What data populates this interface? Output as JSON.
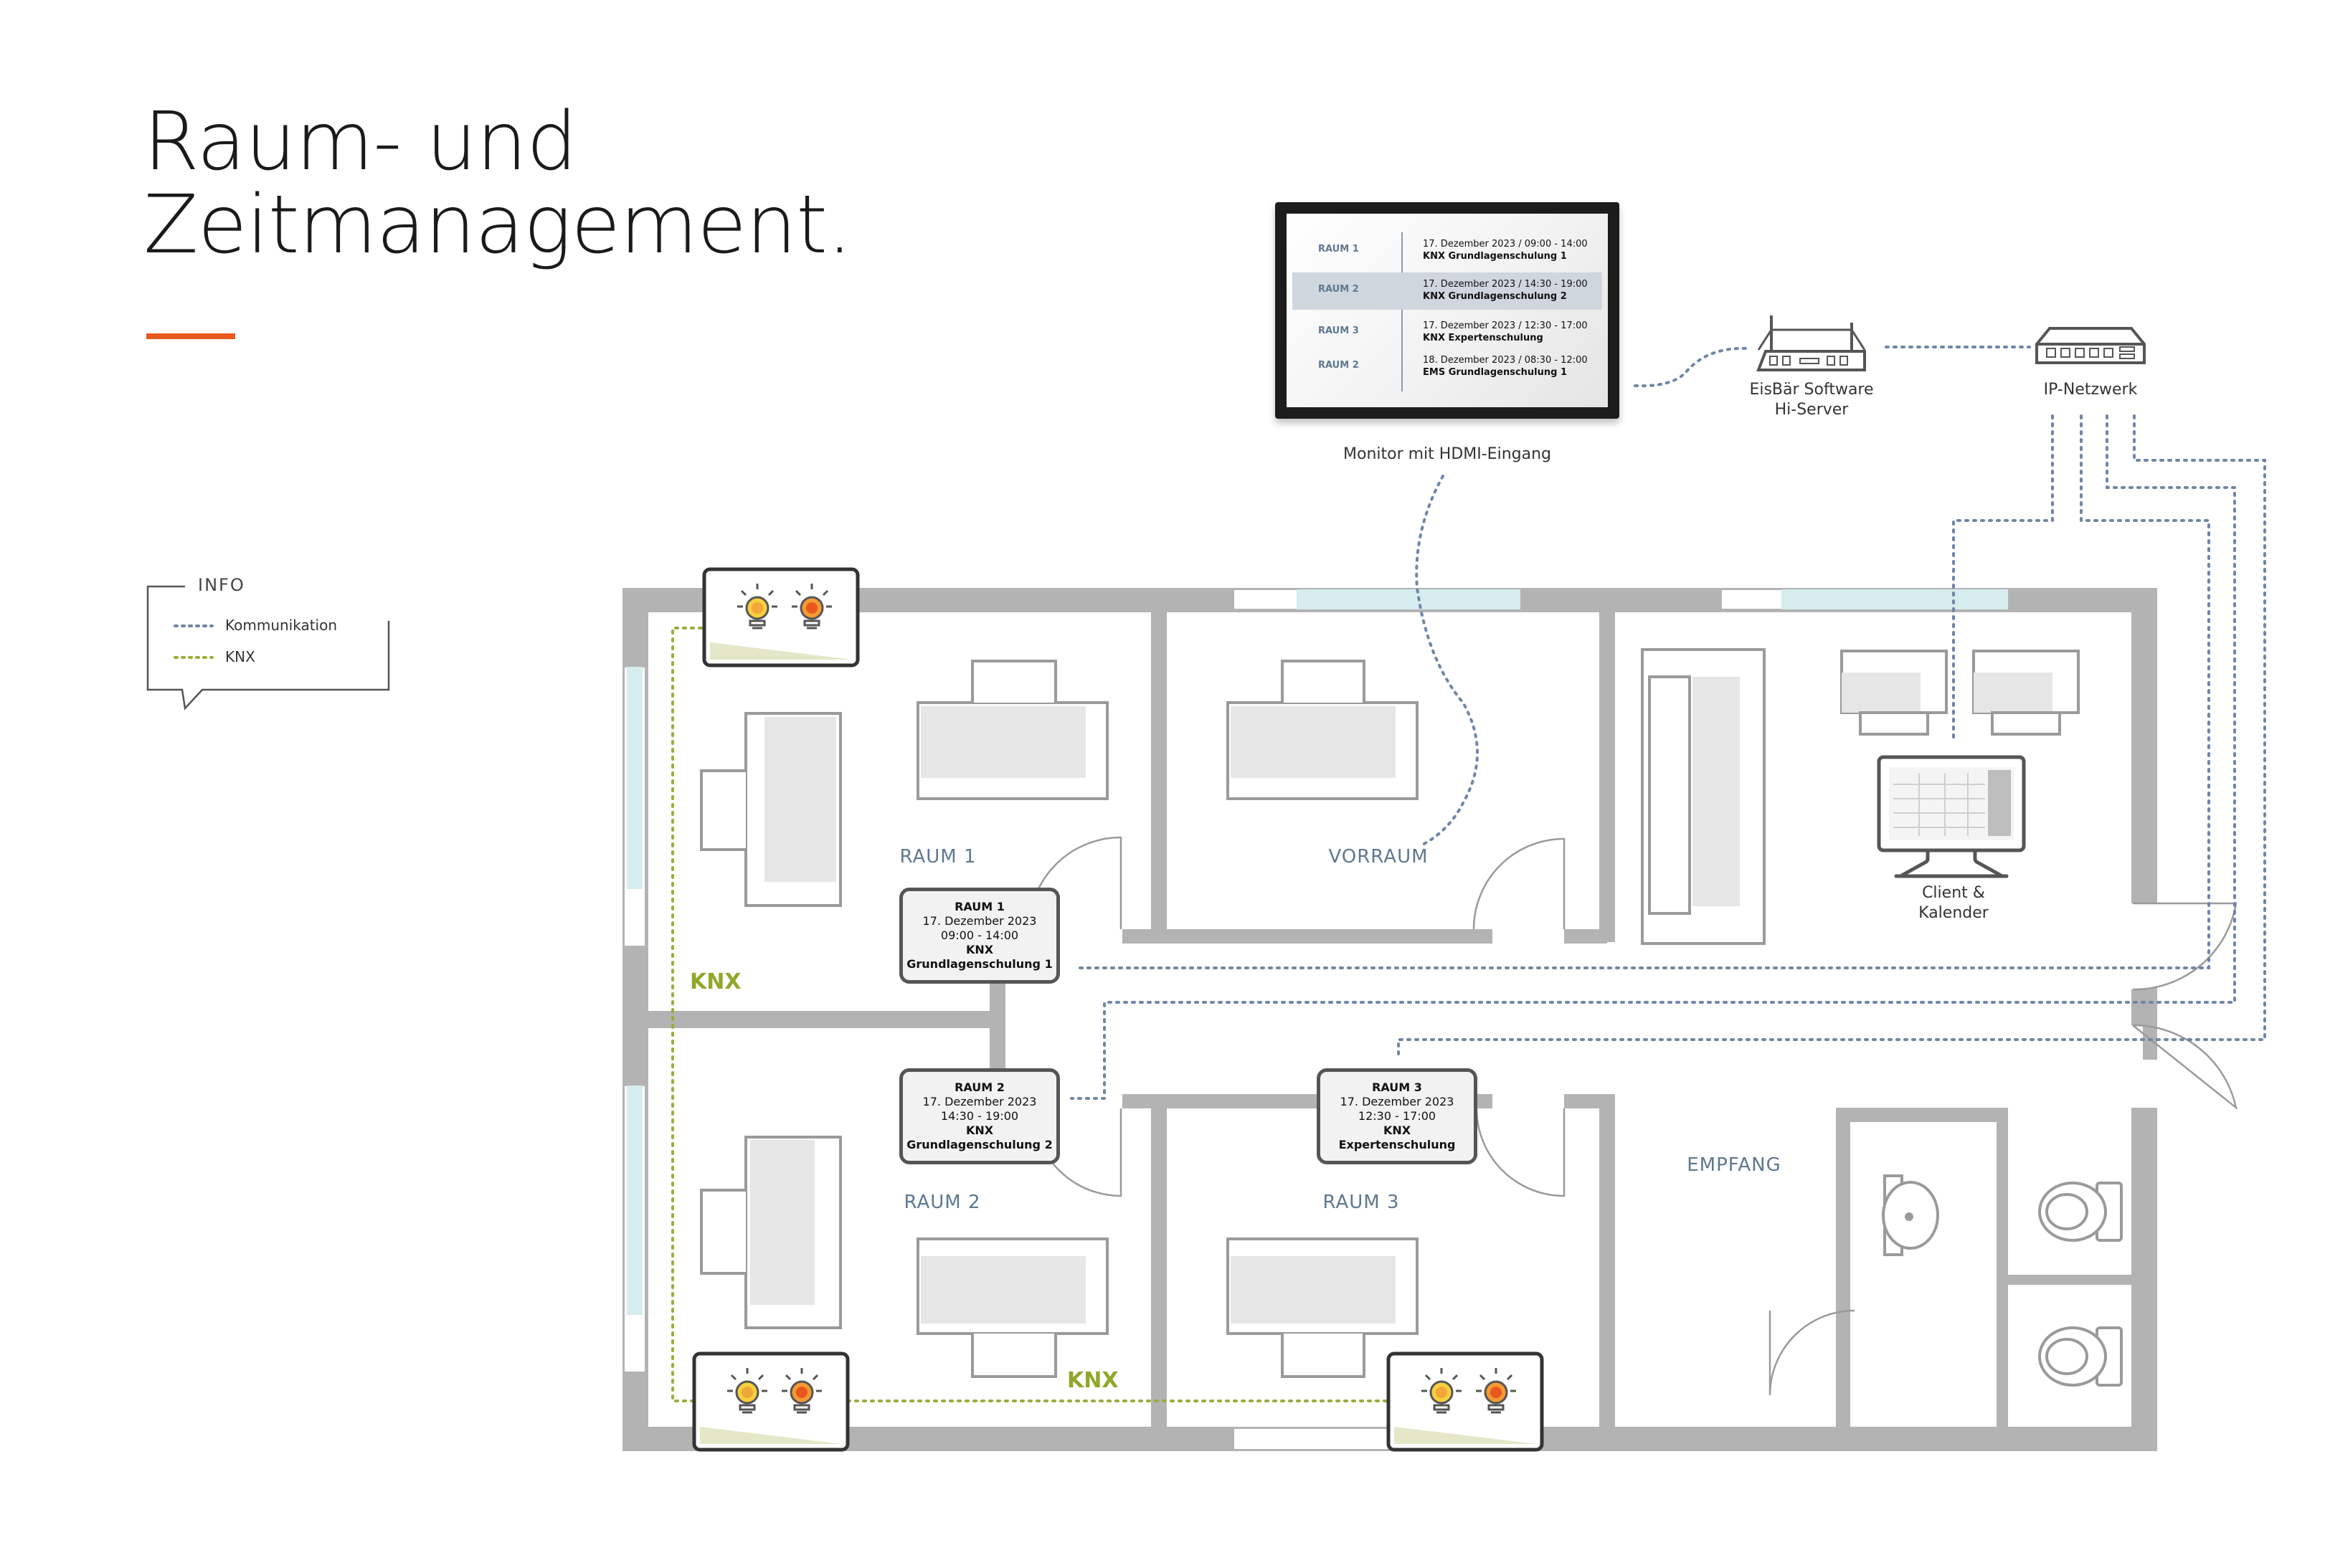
{
  "title": {
    "line1": "Raum- und",
    "line2": "Zeitmanagement."
  },
  "legend": {
    "heading": "INFO",
    "items": [
      {
        "label": "Kommunikation",
        "color": "#6f86a8"
      },
      {
        "label": "KNX",
        "color": "#9aad3a"
      }
    ]
  },
  "monitor": {
    "label": "Monitor mit HDMI-Eingang",
    "rows": [
      {
        "room": "RAUM 1",
        "datetime": "17. Dezember 2023 / 09:00 - 14:00",
        "event": "KNX Grundlagenschulung 1",
        "highlight": false
      },
      {
        "room": "RAUM 2",
        "datetime": "17. Dezember 2023 / 14:30 - 19:00",
        "event": "KNX Grundlagenschulung 2",
        "highlight": true
      },
      {
        "room": "RAUM 3",
        "datetime": "17. Dezember 2023 / 12:30 - 17:00",
        "event": "KNX Expertenschulung",
        "highlight": false
      },
      {
        "room": "RAUM 2",
        "datetime": "18. Dezember 2023 / 08:30 - 12:00",
        "event": "EMS Grundlagenschulung 1",
        "highlight": false
      }
    ]
  },
  "server": {
    "line1": "EisBär Software",
    "line2": "Hi-Server"
  },
  "network": {
    "label": "IP-Netzwerk"
  },
  "client": {
    "line1": "Client &",
    "line2": "Kalender"
  },
  "rooms": {
    "raum1": "RAUM 1",
    "vorraum": "VORRAUM",
    "raum2": "RAUM 2",
    "raum3": "RAUM 3",
    "empfang": "EMPFANG"
  },
  "knx_labels": {
    "left": "KNX",
    "bottom": "KNX"
  },
  "panels": [
    {
      "room": "RAUM 1",
      "date": "17. Dezember 2023",
      "time": "09:00 - 14:00",
      "tag": "KNX",
      "event": "Grundlagenschulung 1"
    },
    {
      "room": "RAUM 2",
      "date": "17. Dezember 2023",
      "time": "14:30 - 19:00",
      "tag": "KNX",
      "event": "Grundlagenschulung 2"
    },
    {
      "room": "RAUM 3",
      "date": "17. Dezember 2023",
      "time": "12:30 - 17:00",
      "tag": "KNX",
      "event": "Expertenschulung"
    }
  ],
  "colors": {
    "wall": "#b3b3b3",
    "window": "#d6ecef",
    "furniture_stroke": "#9a9a9a",
    "furniture_fill": "#e6e6e6",
    "comm_line": "#6f86a8",
    "knx_line": "#9aad3a",
    "room_label": "#5e7891",
    "accent": "#e8571e"
  }
}
